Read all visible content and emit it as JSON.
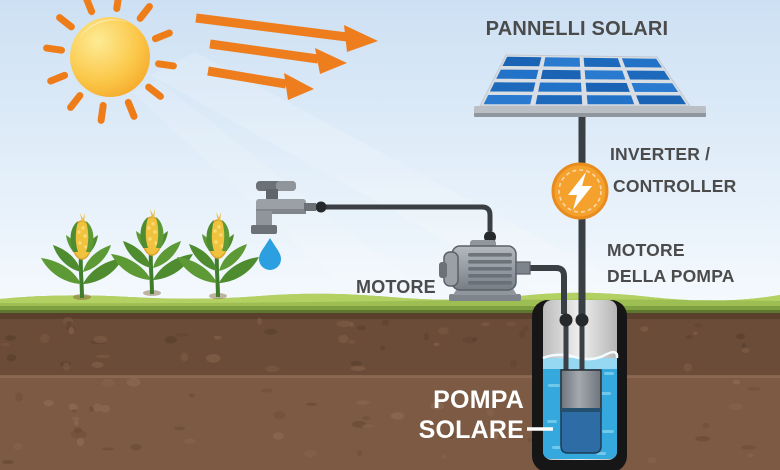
{
  "diagram": {
    "title": "Solar water pump system diagram",
    "labels": {
      "panels": "PANNELLI SOLARI",
      "inverter_line1": "INVERTER /",
      "inverter_line2": "CONTROLLER",
      "surface_motor": "MOTORE",
      "pump_motor_line1": "MOTORE",
      "pump_motor_line2": "DELLA POMPA",
      "solar_pump_line1": "POMPA",
      "solar_pump_line2": "SOLARE"
    },
    "icons": {
      "sun": "sun-icon",
      "sun_rays": "sun-rays-icon",
      "sunlight_arrows": "three-orange-arrows-icon",
      "lightning": "lightning-bolt-icon",
      "water_drop": "water-drop-icon",
      "faucet": "faucet-icon",
      "corn": "corn-plant-icon"
    },
    "colors": {
      "label_text": "#4b4b4b",
      "white_text": "#ffffff",
      "arrow_orange": "#ee7d1e",
      "sun_core": "#f6a21f",
      "sun_light": "#fde98c",
      "panel_blue": "#1e6ec2",
      "inverter_orange": "#f5a12d",
      "water_blue": "#35a9de",
      "pump_body_blue": "#2e6ca5",
      "grass_green": "#9cbe53",
      "soil_upper": "#6b4c38",
      "soil_lower": "#7c5a43",
      "cable_gray": "#43484d",
      "well_casing": "#161616"
    },
    "scene": {
      "panel_grid_rows": 4,
      "panel_grid_cols": 4,
      "corn_plant_count": 3,
      "sunlight_arrow_count": 3
    }
  }
}
